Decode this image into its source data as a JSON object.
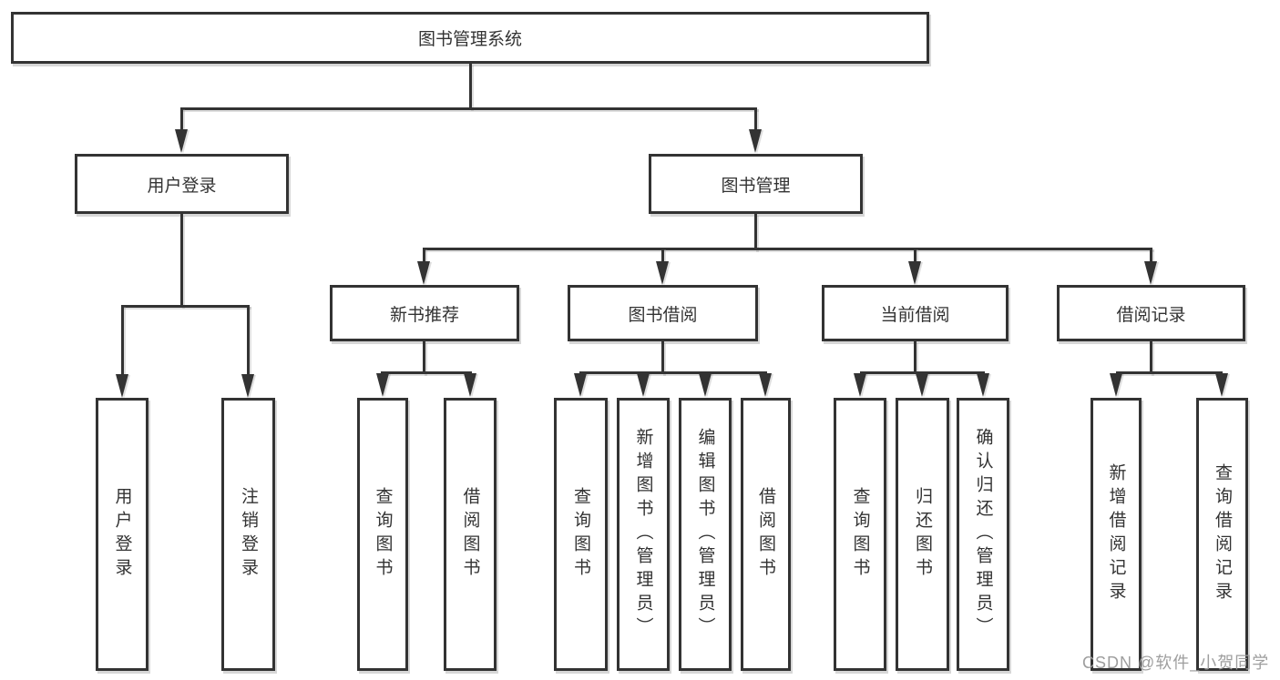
{
  "diagram": {
    "type": "tree",
    "root": {
      "label": "图书管理系统"
    },
    "level2": [
      {
        "label": "用户登录"
      },
      {
        "label": "图书管理"
      }
    ],
    "level3": [
      {
        "label": "新书推荐"
      },
      {
        "label": "图书借阅"
      },
      {
        "label": "当前借阅"
      },
      {
        "label": "借阅记录"
      }
    ],
    "leaves": {
      "user_login": [
        "用户登录",
        "注销登录"
      ],
      "new_book_recommend": [
        "查询图书",
        "借阅图书"
      ],
      "book_borrow": [
        "查询图书",
        "新增图书（管理员）",
        "编辑图书（管理员）",
        "借阅图书"
      ],
      "current_borrow": [
        "查询图书",
        "归还图书",
        "确认归还（管理员）"
      ],
      "borrow_records": [
        "新增借阅记录",
        "查询借阅记录"
      ]
    },
    "colors": {
      "line": "#333333",
      "box_fill": "#ffffff",
      "text": "#333333",
      "watermark": "#9e9e9e"
    }
  },
  "watermark": {
    "text": "CSDN @软件_小贺同学"
  }
}
